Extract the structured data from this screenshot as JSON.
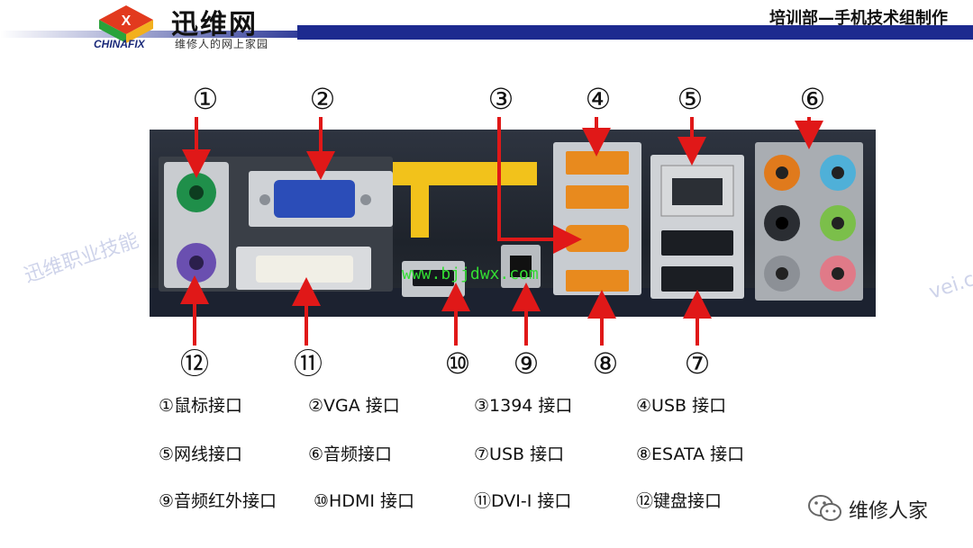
{
  "header": {
    "logo_title": "迅维网",
    "logo_subtitle": "维修人的网上家园",
    "logo_brand": "CHINAFIX",
    "right_title": "培训部—手机技术组制作"
  },
  "watermarks": {
    "left": "迅维职业技能",
    "right": "vei.com",
    "photo_url": "www.bjjdwx.com"
  },
  "callouts": {
    "top": [
      "①",
      "②",
      "③",
      "④",
      "⑤",
      "⑥"
    ],
    "bottom": [
      "⑫",
      "⑪",
      "⑩",
      "⑨",
      "⑧",
      "⑦"
    ]
  },
  "legend": [
    "①鼠标接口",
    "②VGA 接口",
    "③1394 接口",
    "④USB 接口",
    "⑤网线接口",
    "⑥音频接口",
    "⑦USB 接口",
    "⑧ESATA 接口",
    "⑨音频红外接口",
    "⑩HDMI 接口",
    "⑪DVI-I 接口",
    "⑫键盘接口"
  ],
  "footer": {
    "wechat_label": "维修人家"
  },
  "colors": {
    "arrow": "#e01818",
    "header_bar": "#1d2a8f",
    "ps2_mouse": "#1f8f4a",
    "ps2_keyboard": "#6a4fb0",
    "vga": "#2b4db8"
  }
}
